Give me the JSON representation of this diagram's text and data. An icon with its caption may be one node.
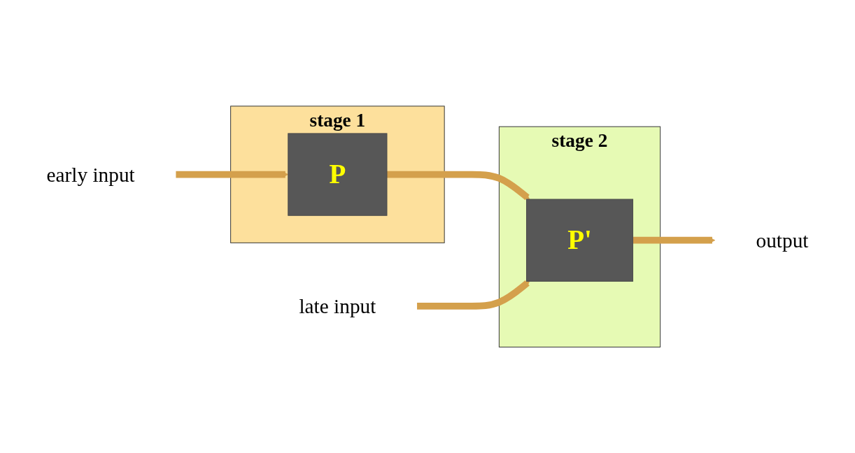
{
  "diagram": {
    "nodes": [
      {
        "text": [
          "stage 1"
        ]
      },
      {
        "text": [
          "P"
        ],
        "in": 0
      },
      {
        "text": [
          "stage 2"
        ]
      },
      {
        "text": [
          "P'"
        ],
        "in": 2
      },
      {
        "text": [
          "early input"
        ]
      },
      {
        "text": [
          "late input"
        ]
      },
      {
        "text": [
          "output"
        ]
      }
    ],
    "edges": [
      {
        "from": 4,
        "to": 1,
        "arrow": "to"
      },
      {
        "from": 1,
        "to": 3,
        "arrow": "to"
      },
      {
        "from": 5,
        "to": 3,
        "arrow": "to"
      },
      {
        "from": 3,
        "to": 6,
        "arrow": "to"
      }
    ]
  }
}
